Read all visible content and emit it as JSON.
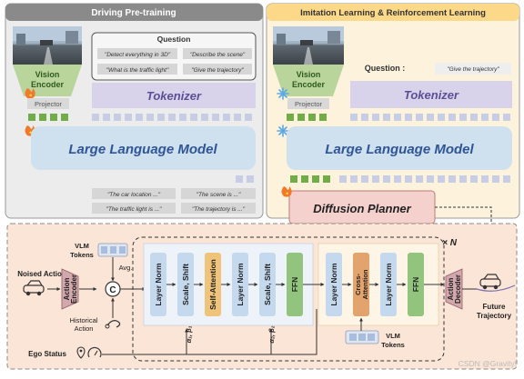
{
  "left_panel": {
    "title": "Driving Pre-training",
    "question_title": "Question",
    "questions": [
      "\"Detect everything in 3D\"",
      "\"Describe the scene\"",
      "\"What is the traffic light\"",
      "\"Give the trajectory\""
    ],
    "vision_encoder": [
      "Vision",
      "Encoder"
    ],
    "projector": "Projector",
    "tokenizer": "Tokenizer",
    "llm": "Large Language Model",
    "answers": [
      "\"The car location ...\"",
      "\"The scene is ...\"",
      "\"The traffic light is ...\"",
      "\"The trajectory is ...\""
    ]
  },
  "right_panel": {
    "title": "Imitation Learning & Reinforcement Learning",
    "question_label": "Question :",
    "question": "\"Give the trajectory\"",
    "vision_encoder": [
      "Vision",
      "Encoder"
    ],
    "projector": "Projector",
    "tokenizer": "Tokenizer",
    "llm": "Large Language Model",
    "diffusion_planner": "Diffusion Planner"
  },
  "bottom": {
    "vlm_tokens": [
      "VLM",
      "Tokens"
    ],
    "avg": "Avg.",
    "noised_action": "Noised Action",
    "historical_action": [
      "Historical",
      "Action"
    ],
    "ego_status": "Ego Status",
    "concat": "C",
    "action_encoder": [
      "Action",
      "Encoder"
    ],
    "layer_norm": "Layer Norm",
    "scale_shift": "Scale, Shift",
    "self_attention": "Self-Attention",
    "ffn": "FFN",
    "cross_attention": [
      "Cross-",
      "Attention"
    ],
    "alpha_beta_1": "α₁, β₁",
    "alpha_beta_2": "α₂, β₂",
    "repeat": "× N",
    "vlm_tokens_inner": [
      "VLM",
      "Tokens"
    ],
    "action_decoder": [
      "Action",
      "Decoder"
    ],
    "future_trajectory": [
      "Future",
      "Trajectory"
    ]
  },
  "watermark": "CSDN @Gravity!",
  "colors": {
    "left_bg": "#ececec",
    "right_bg": "#fdf2dc",
    "bottom_bg": "#fbe5d6",
    "vision_encoder": "#b9d59c",
    "tokenizer": "#d8d2ea",
    "token_block": "#c8cde6",
    "llm": "#cfe0ef",
    "green_token": "#70ad47",
    "diffusion": "#f4d1cd",
    "layer_norm": "#c5d9ee",
    "self_attention": "#f0c37a",
    "ffn": "#93c47d",
    "cross_attention": "#e3a36c",
    "action_block": "#d3a8ad"
  }
}
